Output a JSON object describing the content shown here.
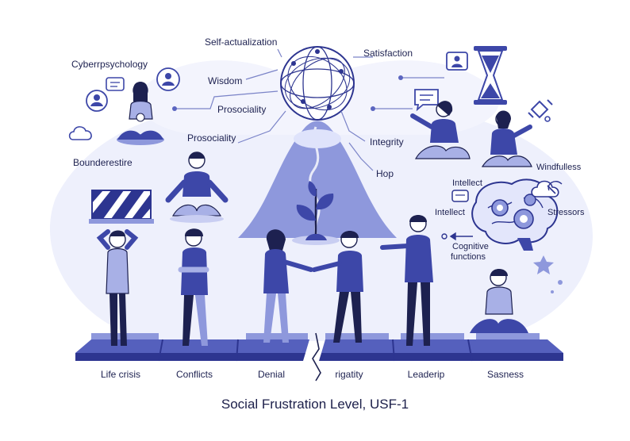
{
  "colors": {
    "primary": "#3d47a8",
    "light": "#a8b0e6",
    "pale": "#e9ecfb",
    "ink": "#1d2150",
    "skin": "#ffffff"
  },
  "top_labels": {
    "self_actualization": "Self-actualization",
    "satisfaction": "Satisfaction",
    "cyberpsychology": "Cyberrpsychology",
    "wisdom": "Wisdom",
    "prosociality_1": "Prosociality",
    "prosociality_2": "Prosociality",
    "integrity": "Integrity",
    "hop": "Hop",
    "bounderestire": "Bounderestire",
    "windfulness": "Windfulless",
    "intellect_1": "Intellect",
    "intellect_2": "Intellect",
    "stressors": "Stressors",
    "cognitive": "Cognitive",
    "functions": "functions"
  },
  "steps": [
    "Life crisis",
    "Conflicts",
    "Denial",
    "rigatity",
    "Leaderip",
    "Sasness"
  ],
  "caption": "Social Frustration Level, USF-1",
  "icons": [
    "globe-network-icon",
    "hourglass-icon",
    "chat-bubble-icon",
    "user-card-icon",
    "cloud-icon",
    "brain-gears-icon",
    "sprout-icon",
    "star-icon",
    "barrier-icon",
    "puzzle-icon"
  ]
}
